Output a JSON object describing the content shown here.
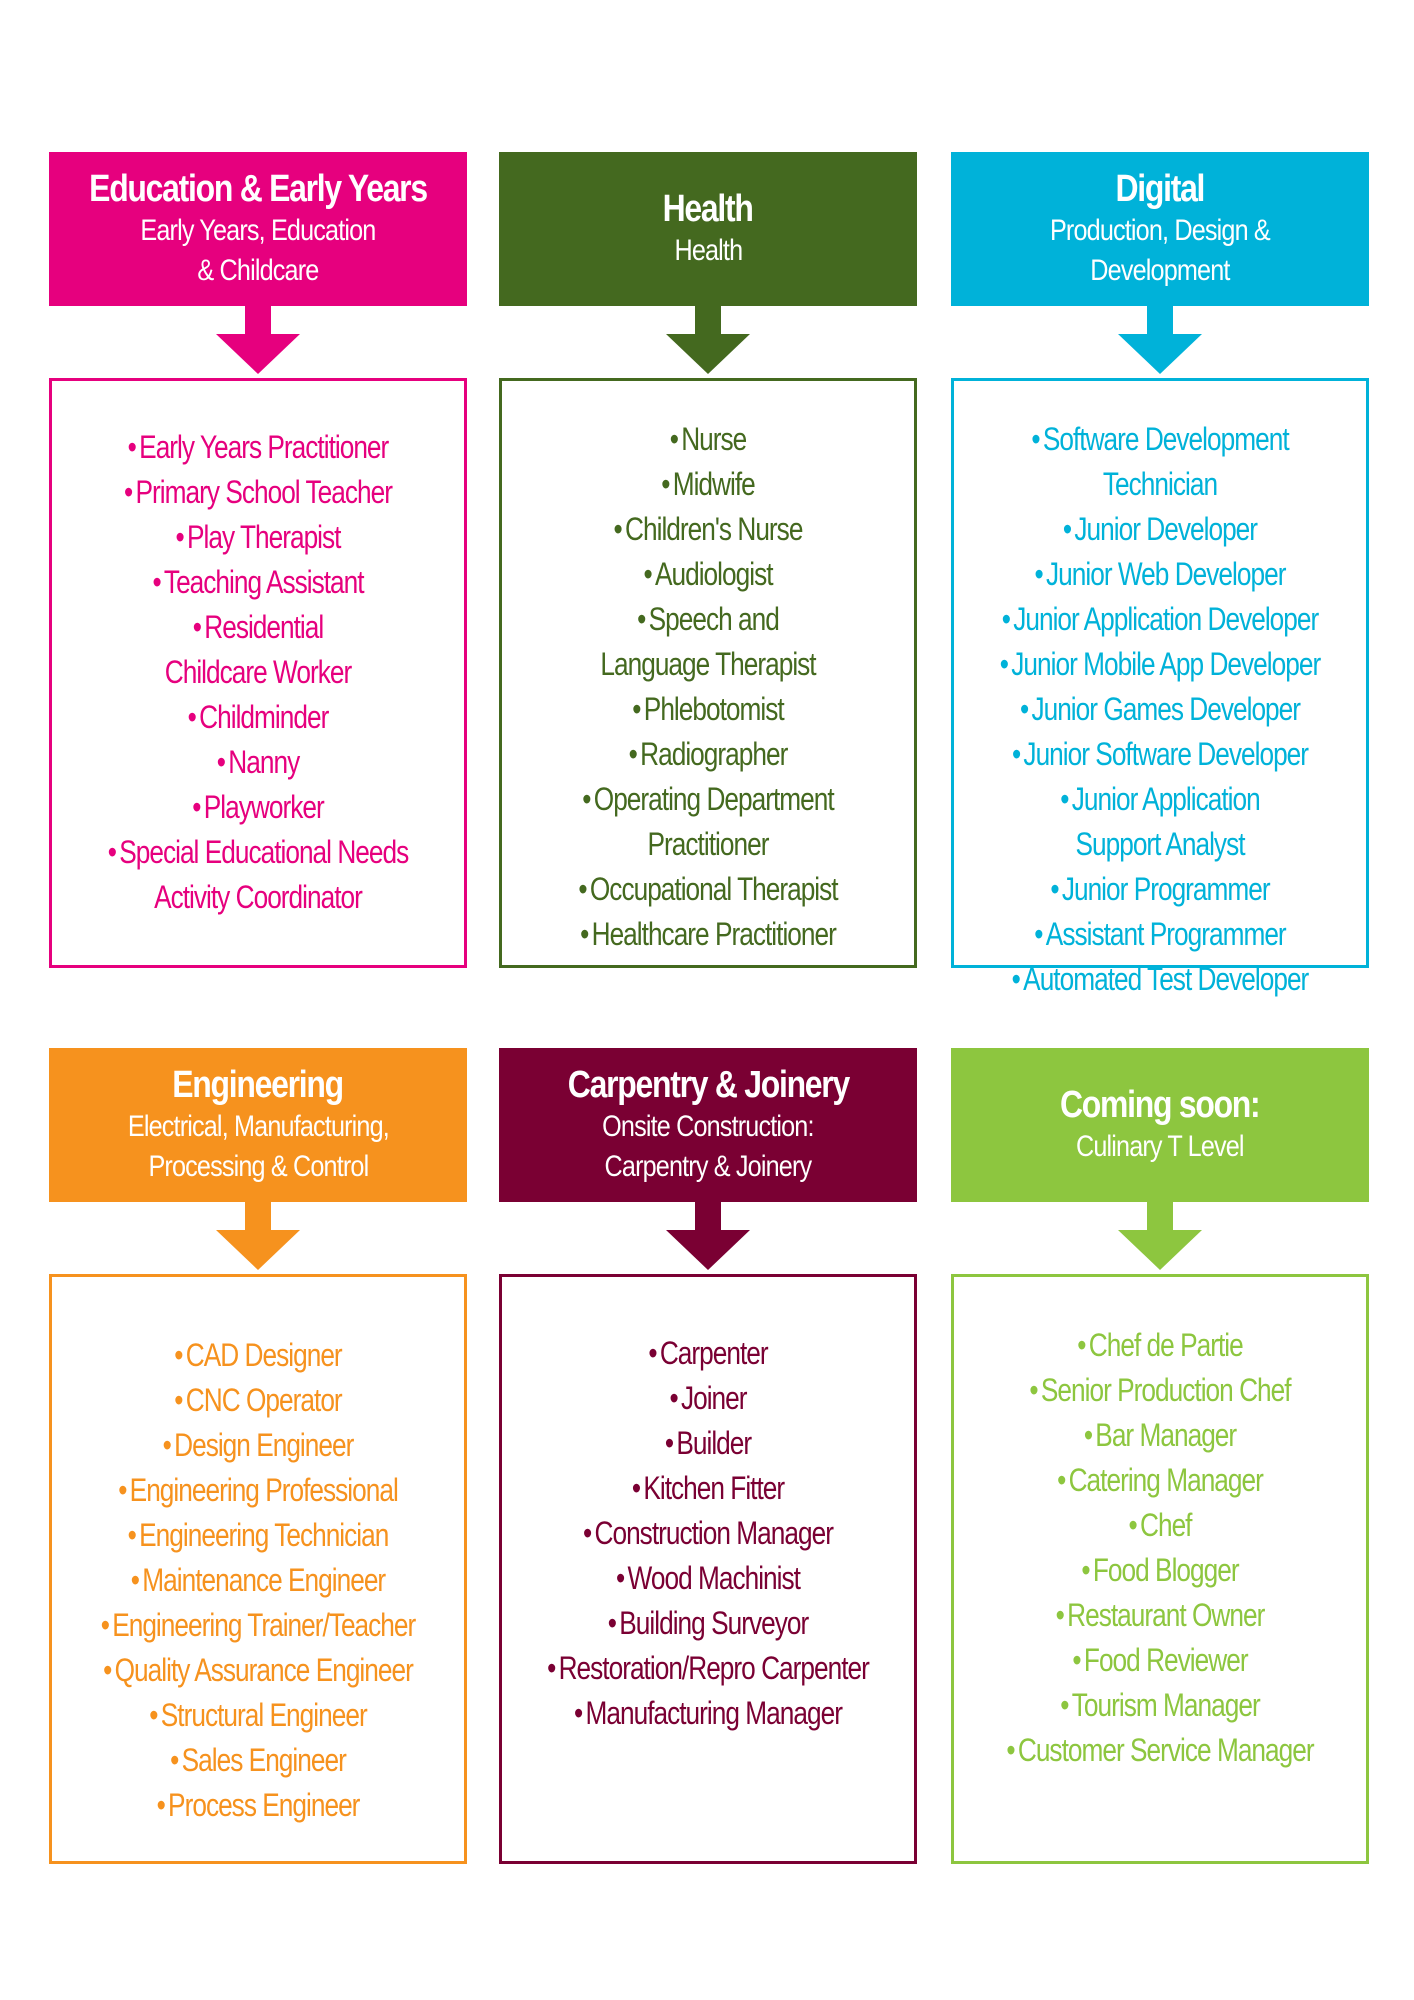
{
  "colors": {
    "education": "#e6007e",
    "health": "#44691f",
    "digital": "#00b2d9",
    "engineering": "#f6921e",
    "carpentry": "#7a0033",
    "culinary": "#8dc63f"
  },
  "bullet_char": "•",
  "cards": [
    {
      "id": "education",
      "title": "Education & Early Years",
      "subtitle": "Early Years, Education\n& Childcare",
      "items": [
        "Early Years Practitioner",
        "Primary School Teacher",
        "Play Therapist",
        "Teaching Assistant",
        "Residential\nChildcare Worker",
        "Childminder",
        "Nanny",
        "Playworker",
        "Special Educational Needs\nActivity Coordinator"
      ]
    },
    {
      "id": "health",
      "title": "Health",
      "subtitle": "Health",
      "items": [
        "Nurse",
        "Midwife",
        "Children's Nurse",
        "Audiologist",
        "Speech and\nLanguage Therapist",
        "Phlebotomist",
        "Radiographer",
        "Operating Department\nPractitioner",
        "Occupational Therapist",
        "Healthcare Practitioner"
      ]
    },
    {
      "id": "digital",
      "title": "Digital",
      "subtitle": "Production, Design &\nDevelopment",
      "items": [
        "Software Development\nTechnician",
        "Junior Developer",
        "Junior Web Developer",
        "Junior Application Developer",
        "Junior Mobile App Developer",
        "Junior Games Developer",
        "Junior Software Developer",
        "Junior Application\nSupport Analyst",
        "Junior Programmer",
        "Assistant Programmer",
        "Automated Test Developer"
      ]
    },
    {
      "id": "engineering",
      "title": "Engineering",
      "subtitle": "Electrical, Manufacturing,\nProcessing & Control",
      "items": [
        "CAD Designer",
        "CNC Operator",
        "Design Engineer",
        "Engineering Professional",
        "Engineering Technician",
        "Maintenance Engineer",
        "Engineering Trainer/Teacher",
        "Quality Assurance Engineer",
        "Structural Engineer",
        "Sales Engineer",
        "Process Engineer"
      ]
    },
    {
      "id": "carpentry",
      "title": "Carpentry & Joinery",
      "subtitle": "Onsite Construction:\nCarpentry & Joinery",
      "items": [
        "Carpenter",
        "Joiner",
        "Builder",
        "Kitchen Fitter",
        "Construction Manager",
        "Wood Machinist",
        "Building Surveyor",
        "Restoration/Repro Carpenter",
        "Manufacturing Manager"
      ]
    },
    {
      "id": "culinary",
      "title": "Coming soon:",
      "subtitle": "Culinary T Level",
      "items": [
        "Chef de Partie",
        "Senior Production Chef",
        "Bar Manager",
        "Catering Manager",
        "Chef",
        "Food Blogger",
        "Restaurant Owner",
        "Food Reviewer",
        "Tourism Manager",
        "Customer Service Manager"
      ]
    }
  ]
}
